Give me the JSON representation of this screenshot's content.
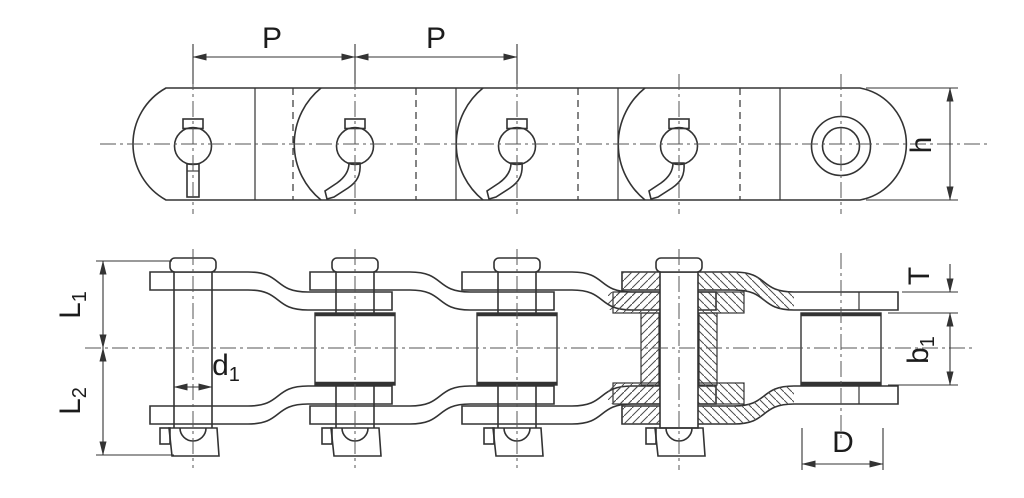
{
  "drawing": {
    "description": "Heavy duty offset sidebar roller chain - two-view engineering drawing",
    "colors": {
      "line": "#333333",
      "thin": "#4a4a4a",
      "text": "#1c1c1c",
      "background": "#ffffff"
    },
    "dimensions": {
      "pitch_left": {
        "label": "P"
      },
      "pitch_right": {
        "label": "P"
      },
      "plate_height": {
        "label": "h"
      },
      "length_upper": {
        "base": "L",
        "sub": "1"
      },
      "length_lower": {
        "base": "L",
        "sub": "2"
      },
      "pin_diameter": {
        "base": "d",
        "sub": "1"
      },
      "plate_thickness": {
        "label": "T"
      },
      "inner_width": {
        "base": "b",
        "sub": "1"
      },
      "roller_diameter": {
        "label": "D"
      }
    }
  }
}
